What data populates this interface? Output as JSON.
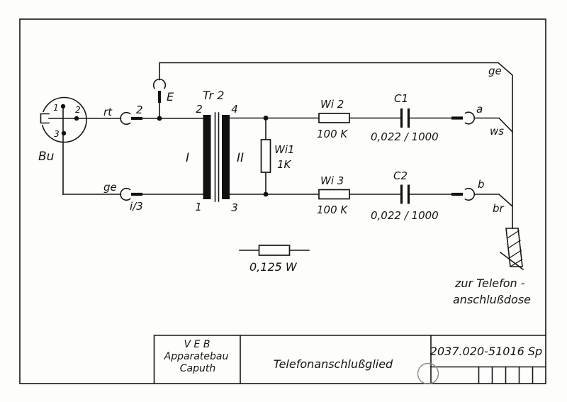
{
  "schematic": {
    "socket": {
      "label": "Bu",
      "pin1": "1",
      "pin2": "2",
      "pin3": "3"
    },
    "left_jacks": {
      "top_wire_color": "rt",
      "top_pin": "2",
      "bottom_wire_color": "ge",
      "bottom_pin": "i/3",
      "earth": "E"
    },
    "transformer": {
      "label": "Tr 2",
      "primary_winding": "I",
      "secondary_winding": "II",
      "terminal_top_left": "2",
      "terminal_top_right": "4",
      "terminal_bottom_left": "1",
      "terminal_bottom_right": "3"
    },
    "resistors": {
      "wi1": {
        "ref": "Wi1",
        "value": "1K"
      },
      "wi2": {
        "ref": "Wi 2",
        "value": "100 K"
      },
      "wi3": {
        "ref": "Wi 3",
        "value": "100 K"
      }
    },
    "capacitors": {
      "c1": {
        "ref": "C1",
        "value": "0,022 / 1000"
      },
      "c2": {
        "ref": "C2",
        "value": "0,022 / 1000"
      }
    },
    "outputs": {
      "line_a": "a",
      "line_a_color": "ws",
      "line_b": "b",
      "line_b_color": "br",
      "earth_color": "ge"
    },
    "destination": {
      "line1": "zur Telefon -",
      "line2": "anschlußdose"
    },
    "legend": {
      "resistor_power": "0,125 W"
    }
  },
  "title_block": {
    "company": [
      "V E B",
      "Apparatebau",
      "Caputh"
    ],
    "drawing_title": "Telefonanschlußglied",
    "drawing_number": "2037.020-51016 Sp"
  }
}
